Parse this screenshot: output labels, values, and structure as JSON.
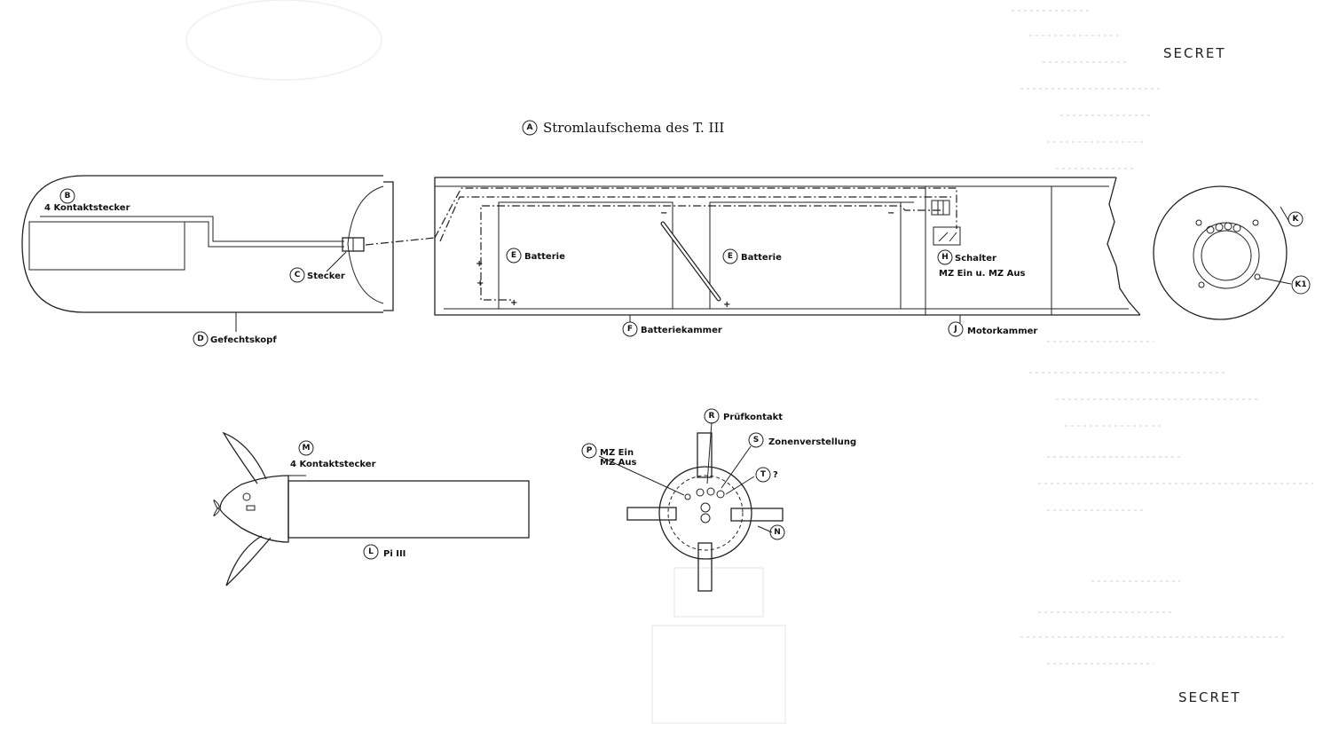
{
  "secret_top": "SECRET",
  "secret_bottom": "SECRET",
  "title": {
    "letter": "A",
    "text": "Stromlaufschema des T. III"
  },
  "labels": {
    "b": {
      "letter": "B",
      "text": "4 Kontaktstecker"
    },
    "c": {
      "letter": "C",
      "text": "Stecker"
    },
    "d": {
      "letter": "D",
      "text": "Gefechtskopf"
    },
    "e1": {
      "letter": "E",
      "text": "Batterie"
    },
    "e2": {
      "letter": "E",
      "text": "Batterie"
    },
    "f": {
      "letter": "F",
      "text": "Batteriekammer"
    },
    "h": {
      "letter": "H",
      "text": "Schalter",
      "sub": "MZ Ein u. MZ Aus"
    },
    "j": {
      "letter": "J",
      "text": "Motorkammer"
    },
    "k": {
      "letter": "K"
    },
    "k1": {
      "letter": "K1"
    },
    "m": {
      "letter": "M",
      "text": "4 Kontaktstecker"
    },
    "l": {
      "letter": "L",
      "text": "Pi III"
    },
    "r": {
      "letter": "R",
      "text": "Prüfkontakt"
    },
    "s": {
      "letter": "S",
      "text": "Zonenverstellung"
    },
    "t": {
      "letter": "T",
      "text": "?"
    },
    "p": {
      "letter": "P",
      "text": "MZ Ein",
      "sub": "MZ Aus"
    },
    "n": {
      "letter": "N"
    }
  }
}
